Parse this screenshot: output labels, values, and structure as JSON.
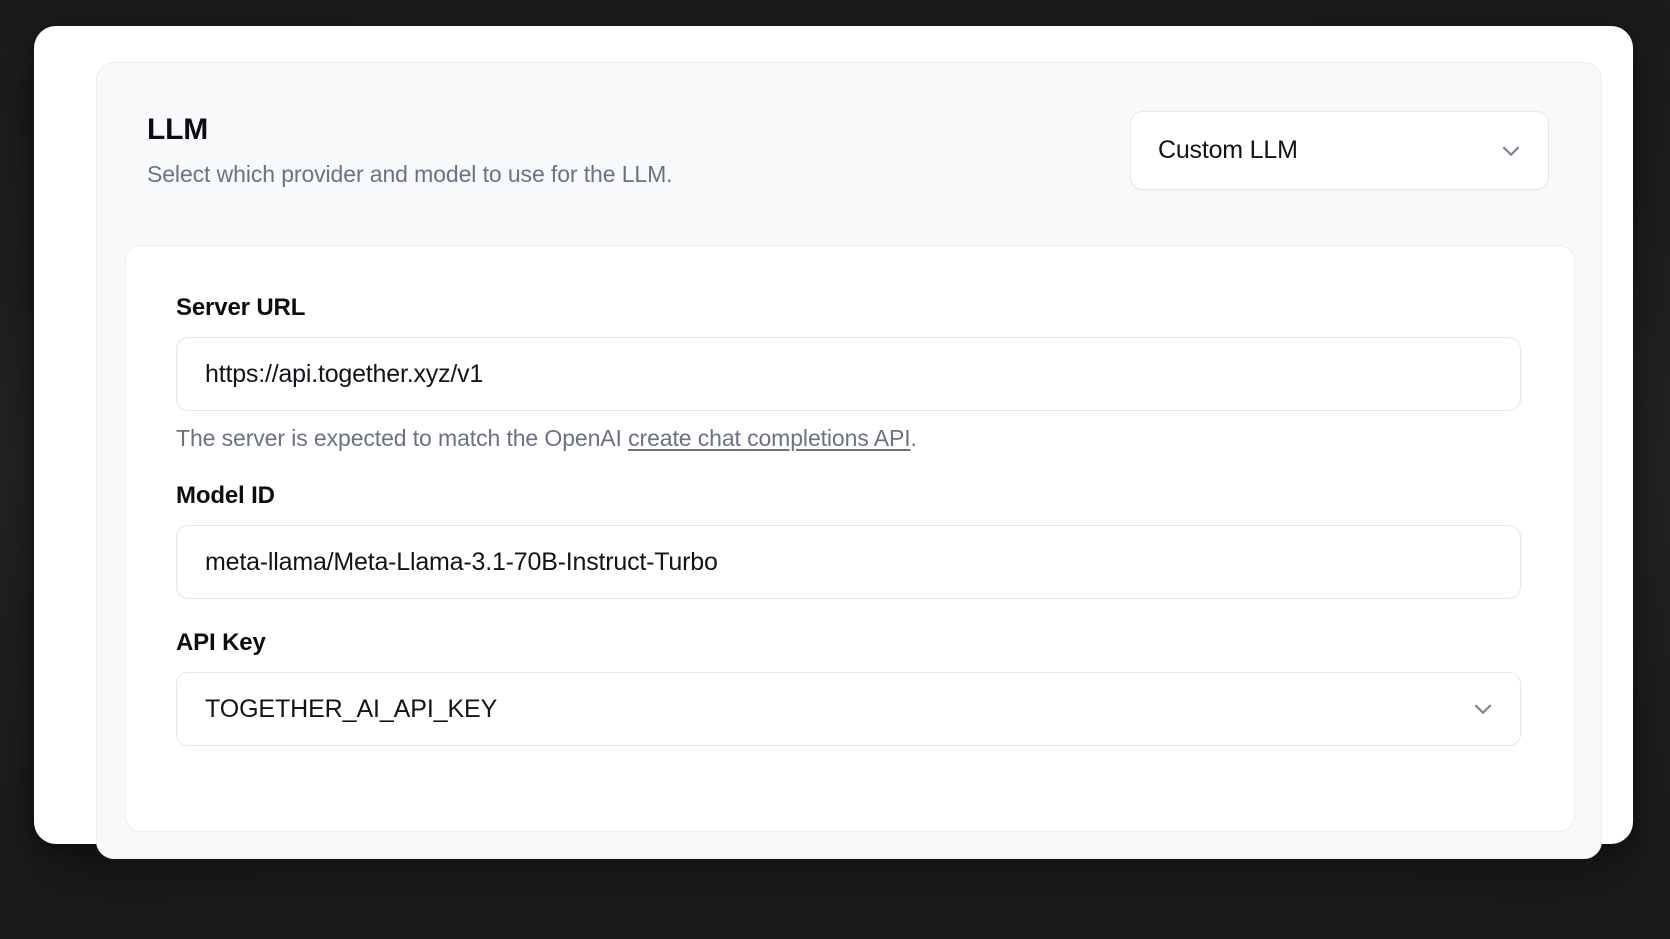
{
  "settings": {
    "header": {
      "title": "LLM",
      "subtitle": "Select which provider and model to use for the LLM.",
      "provider_value": "Custom LLM",
      "provider_chevron_icon": "chevron-down-icon"
    },
    "fields": {
      "server_url": {
        "label": "Server URL",
        "value": "https://api.together.xyz/v1",
        "placeholder": "https://api.together.xyz/v1",
        "hint_prefix": "The server is expected to match the OpenAI ",
        "hint_link": "create chat completions API",
        "hint_suffix": "."
      },
      "model_id": {
        "label": "Model ID",
        "value": "meta-llama/Meta-Llama-3.1-70B-Instruct-Turbo",
        "placeholder": "meta-llama/Meta-Llama-3.1-70B-Instruct-Turbo"
      },
      "api_key": {
        "label": "API Key",
        "value": "TOGETHER_AI_API_KEY",
        "chevron_icon": "chevron-down-icon"
      }
    }
  },
  "colors": {
    "text_primary": "#0b0d12",
    "text_muted": "#6b7280",
    "border": "#e6e7eb",
    "panel_bg": "#f8f9fb",
    "card_bg": "#ffffff",
    "backdrop": "#1c1c1c"
  }
}
